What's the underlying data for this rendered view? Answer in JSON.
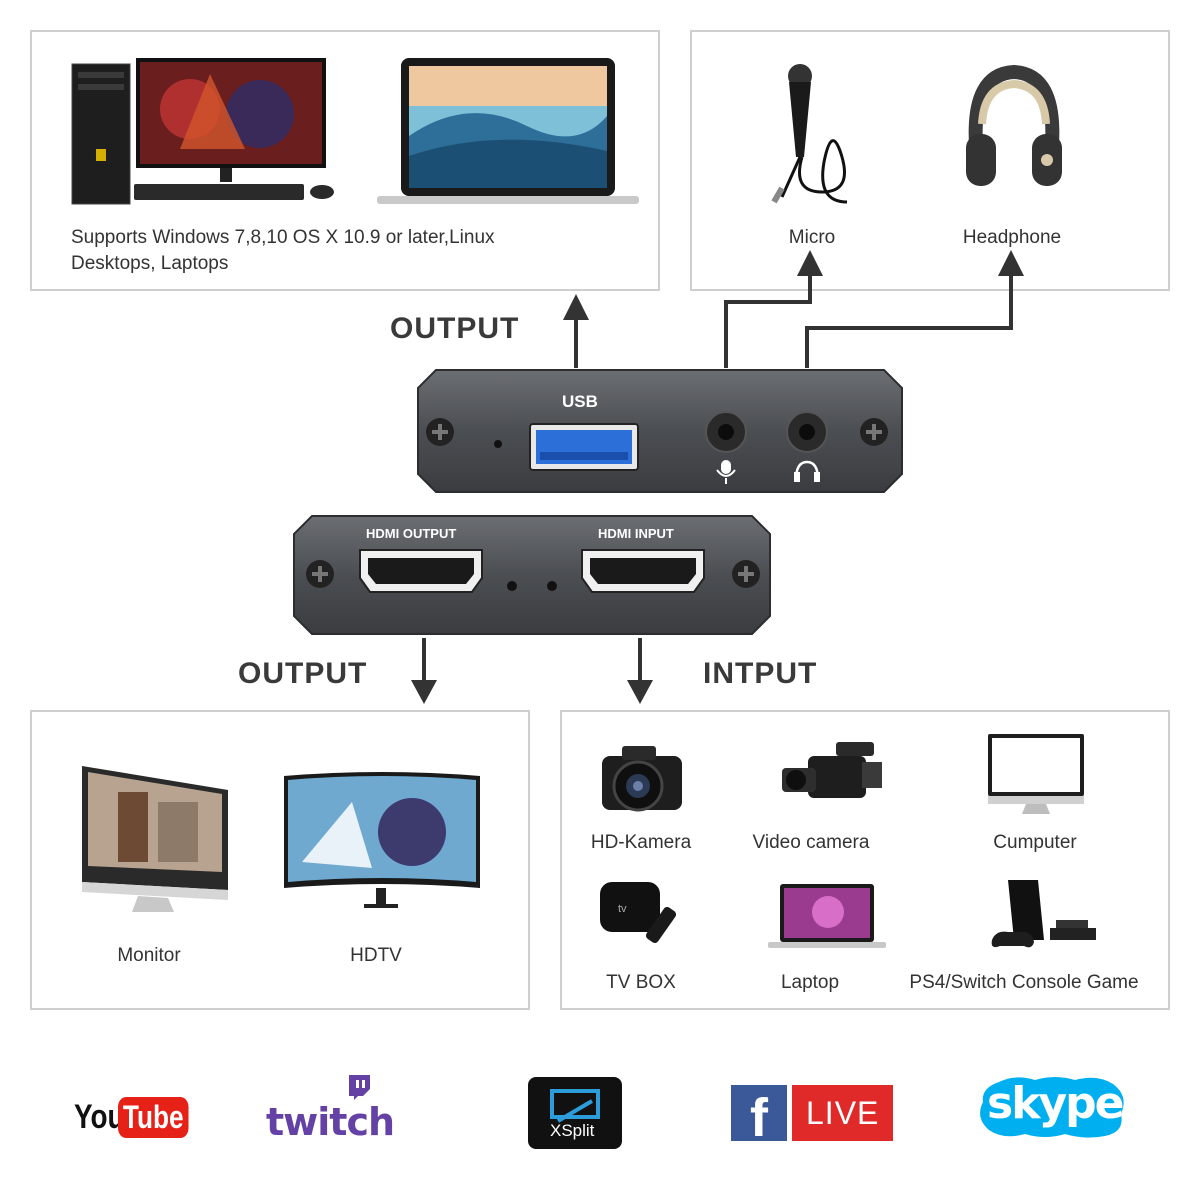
{
  "top_left": {
    "caption_line1": "Supports Windows 7,8,10 OS X 10.9 or later,Linux",
    "caption_line2": "Desktops, Laptops"
  },
  "top_right": {
    "micro": "Micro",
    "headphone": "Headphone"
  },
  "labels": {
    "output_top": "OUTPUT",
    "output_bottom": "OUTPUT",
    "input_bottom": "INTPUT"
  },
  "device_usb": {
    "usb_label": "USB"
  },
  "device_hdmi": {
    "hdmi_output": "HDMI OUTPUT",
    "hdmi_input": "HDMI INPUT"
  },
  "bottom_left": {
    "monitor": "Monitor",
    "hdtv": "HDTV"
  },
  "bottom_right": {
    "hd_camera": "HD-Kamera",
    "video_camera": "Video camera",
    "computer": "Cumputer",
    "tv_box": "TV BOX",
    "laptop": "Laptop",
    "console": "PS4/Switch Console Game"
  },
  "logos": {
    "youtube_you": "You",
    "youtube_tube": "Tube",
    "twitch": "twitch",
    "xsplit": "XSplit",
    "facebook_f": "f",
    "facebook_live": "LIVE",
    "skype": "skype"
  },
  "colors": {
    "youtube_red": "#e62117",
    "twitch_purple": "#6441a5",
    "facebook_blue": "#3b5998",
    "skype_blue": "#00aff0",
    "xsplit_blue": "#2d9cdb"
  }
}
